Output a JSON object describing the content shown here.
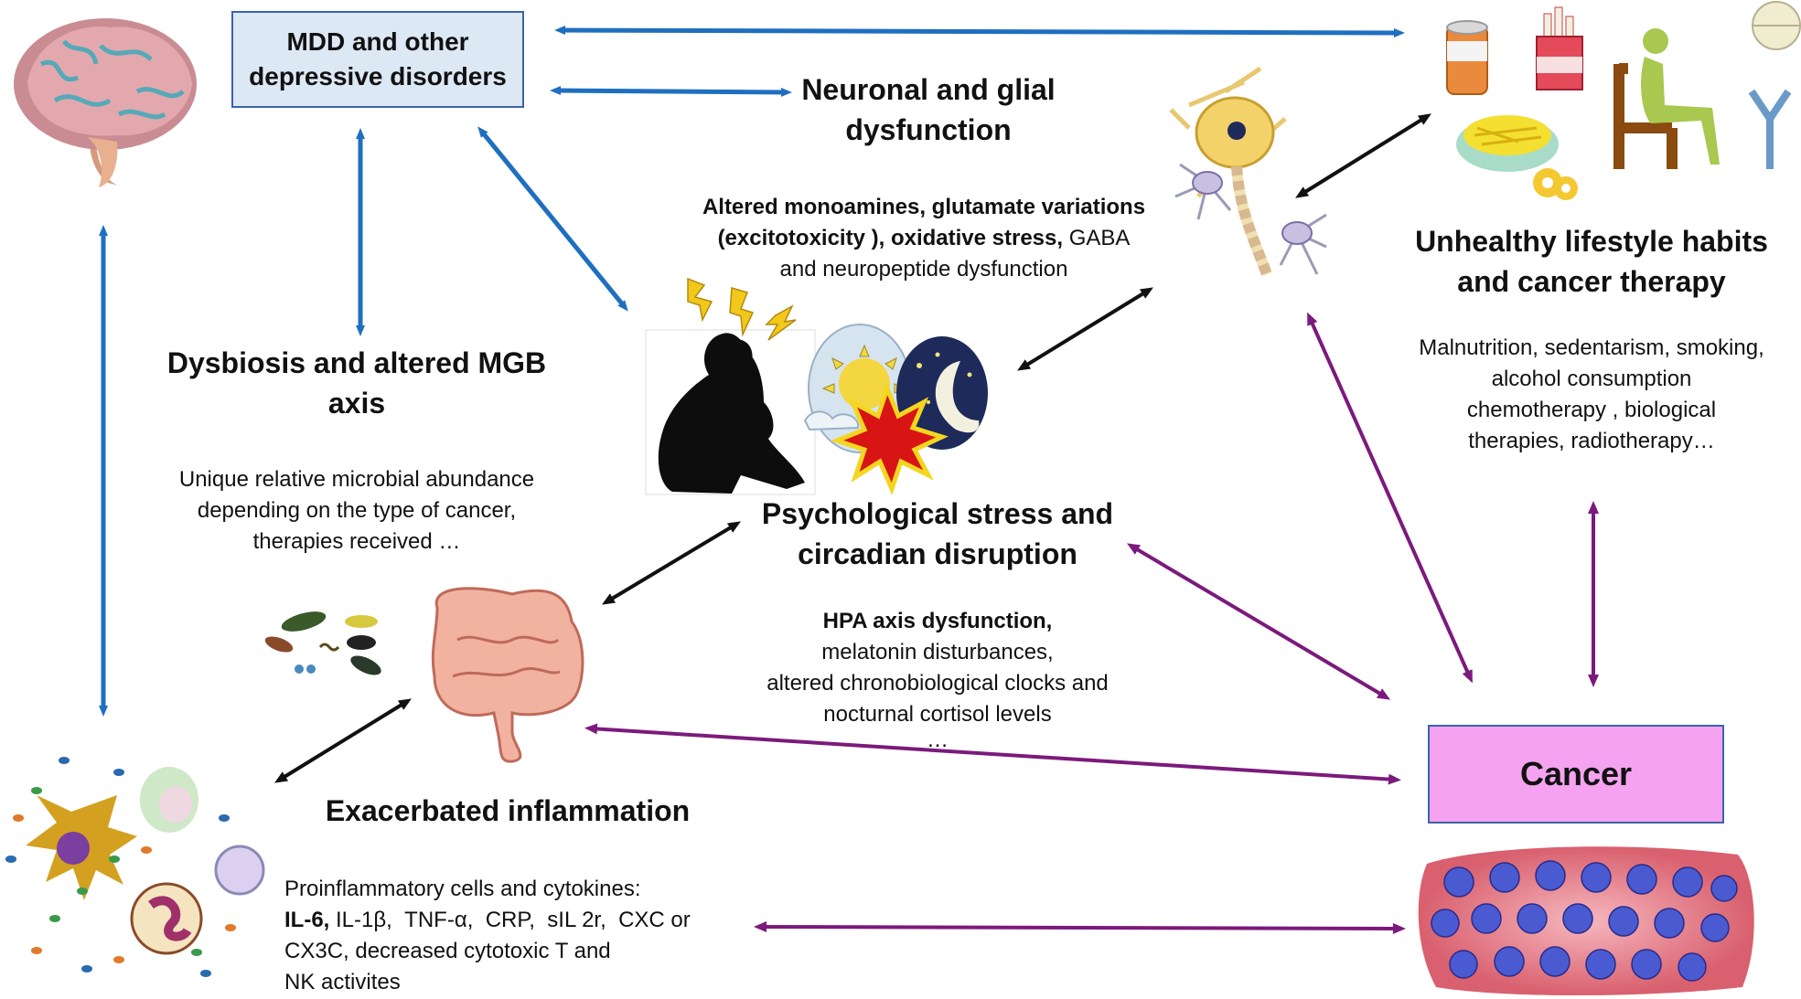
{
  "nodes": {
    "mdd": {
      "lines": [
        "MDD and other",
        "depressive disorders"
      ]
    },
    "cancer": {
      "label": "Cancer"
    },
    "neuronal": {
      "title_lines": [
        "Neuronal and glial",
        "dysfunction"
      ],
      "detail_lines": [
        "Altered monoamines, glutamate  variations",
        "(excitotoxicity ), oxidative stress,",
        "GABA",
        "and  neuropeptide     dysfunction"
      ]
    },
    "lifestyle": {
      "title_lines": [
        "Unhealthy lifestyle habits",
        "and cancer therapy"
      ],
      "detail_lines": [
        "Malnutrition, sedentarism, smoking,",
        "alcohol consumption",
        "chemotherapy , biological",
        "therapies, radiotherapy…"
      ]
    },
    "dysbiosis": {
      "title_lines": [
        "Dysbiosis and altered MGB",
        "axis"
      ],
      "detail_lines": [
        "Unique relative microbial abundance",
        "depending  on the type   of   cancer,",
        "therapies received …"
      ]
    },
    "stress": {
      "title_lines": [
        "Psychological stress and",
        "circadian disruption"
      ],
      "detail_lines": [
        "HPA axis  dysfunction,",
        "melatonin      disturbances,",
        "altered chronobiological clocks and",
        "nocturnal cortisol levels",
        "…"
      ]
    },
    "inflammation": {
      "title": "Exacerbated inflammation",
      "detail_lead": "Proinflammatory  cells and  cytokines:",
      "detail_bold": "IL-6,",
      "detail_rest": " IL-1β,  TNF-α,  CRP,  sIL 2r,  CXC or",
      "detail_lines": [
        "CX3C,  decreased  cytotoxic T and",
        "NK  activites"
      ]
    }
  },
  "colors": {
    "blue_arrow": "#1f6fc0",
    "purple_arrow": "#7b1a7c",
    "black_arrow": "#111111",
    "mdd_fill": "#dde8f5",
    "cancer_fill": "#f5a3f0"
  },
  "icons": [
    "brain-icon",
    "immune-cells-icon",
    "bacteria-icon",
    "intestine-icon",
    "stressed-person-icon",
    "sun-cloud-icon",
    "moon-night-icon",
    "explosion-icon",
    "lightning-icon",
    "neuron-icon",
    "soda-can-icon",
    "cigarette-pack-icon",
    "pizza-icon",
    "pasta-bowl-icon",
    "donut-icon",
    "sitting-person-icon",
    "chair-icon",
    "pill-icon",
    "antibody-icon",
    "cancer-cells-icon"
  ]
}
